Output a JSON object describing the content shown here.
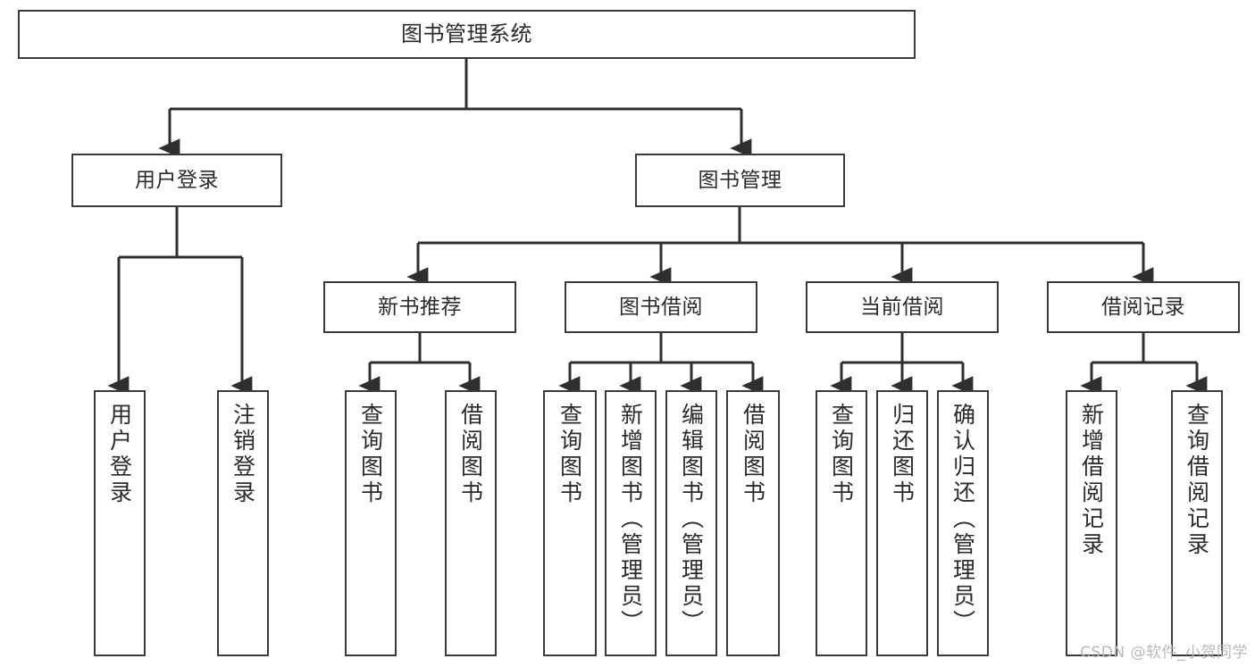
{
  "diagram": {
    "title": "图书管理系统",
    "type": "tree-hierarchy",
    "root": {
      "label": "图书管理系统"
    },
    "level2": [
      {
        "label": "用户登录"
      },
      {
        "label": "图书管理"
      }
    ],
    "level3": [
      {
        "label": "新书推荐"
      },
      {
        "label": "图书借阅"
      },
      {
        "label": "当前借阅"
      },
      {
        "label": "借阅记录"
      }
    ],
    "leaves": {
      "user_login": [
        {
          "label": "用户登录"
        },
        {
          "label": "注销登录"
        }
      ],
      "new_book_recommend": [
        {
          "label": "查询图书"
        },
        {
          "label": "借阅图书"
        }
      ],
      "book_borrow": [
        {
          "label": "查询图书"
        },
        {
          "label": "新增图书（管理员）"
        },
        {
          "label": "编辑图书（管理员）"
        },
        {
          "label": "借阅图书"
        }
      ],
      "current_borrow": [
        {
          "label": "查询图书"
        },
        {
          "label": "归还图书"
        },
        {
          "label": "确认归还（管理员）"
        }
      ],
      "borrow_record": [
        {
          "label": "新增借阅记录"
        },
        {
          "label": "查询借阅记录"
        }
      ]
    },
    "watermark": "CSDN @软件_小贺同学",
    "colors": {
      "box_border": "#3a3a3a",
      "box_fill": "#ffffff",
      "connector": "#2f2f2f",
      "text": "#2b2b2b",
      "watermark": "#b9b9b9"
    }
  }
}
